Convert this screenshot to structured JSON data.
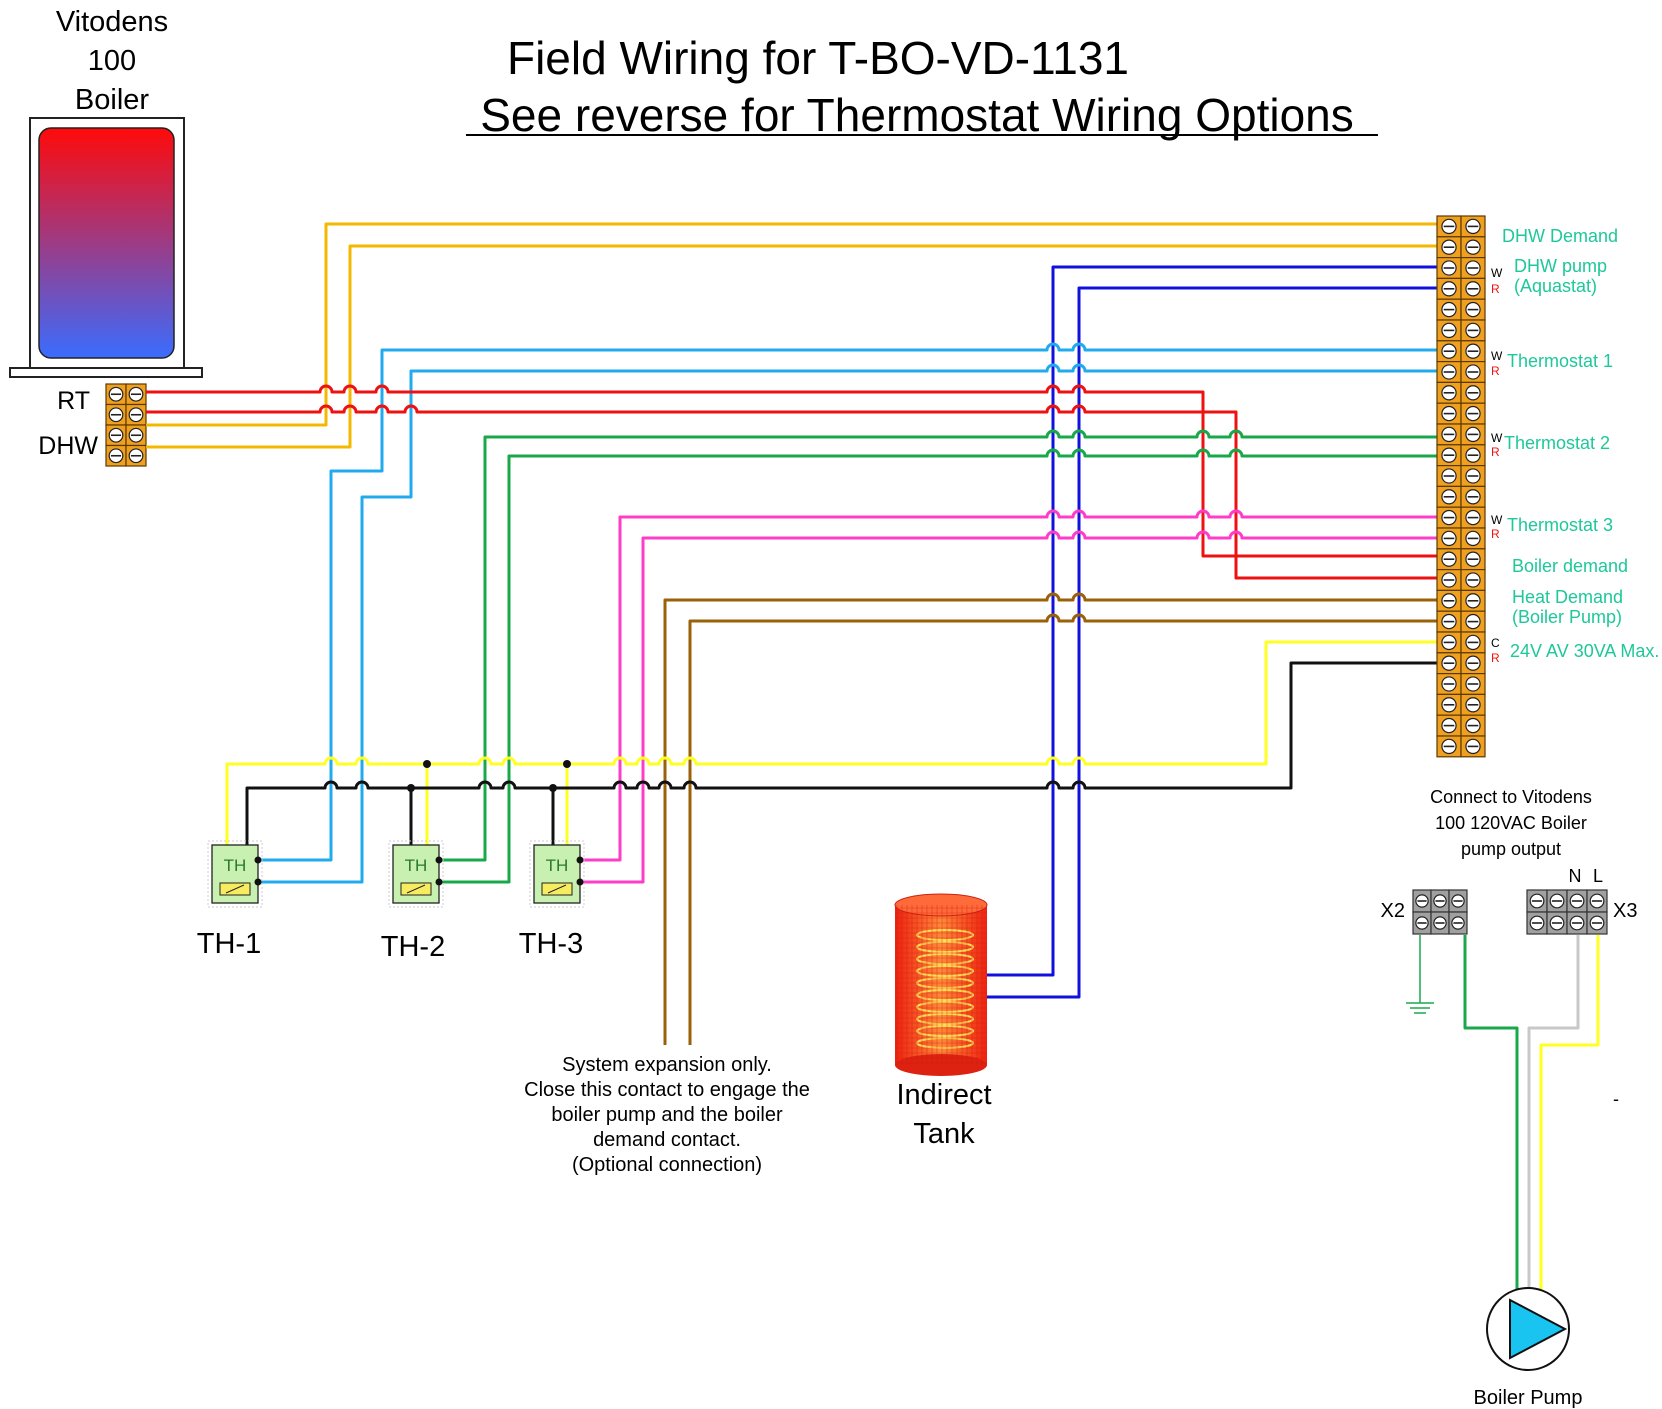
{
  "title": {
    "line1": "Field Wiring for T-BO-VD-1131",
    "line2": "See reverse for Thermostat Wiring Options"
  },
  "boiler": {
    "label_line1": "Vitodens",
    "label_line2": "100",
    "label_line3": "Boiler",
    "terminal_rt": "RT",
    "terminal_dhw": "DHW"
  },
  "terminal_block": {
    "labels": {
      "dhw_demand": "DHW Demand",
      "dhw_pump_1": "DHW pump",
      "dhw_pump_2": "(Aquastat)",
      "thermostat_1": "Thermostat 1",
      "thermostat_2": "Thermostat 2",
      "thermostat_3": "Thermostat 3",
      "boiler_demand": "Boiler demand",
      "heat_demand_1": "Heat Demand",
      "heat_demand_2": "(Boiler Pump)",
      "power": "24V AV 30VA Max."
    },
    "pins": {
      "w": "W",
      "r": "R",
      "c": "C"
    }
  },
  "thermostats": [
    {
      "id": "TH-1",
      "badge": "TH"
    },
    {
      "id": "TH-2",
      "badge": "TH"
    },
    {
      "id": "TH-3",
      "badge": "TH"
    }
  ],
  "indirect_tank": {
    "line1": "Indirect",
    "line2": "Tank"
  },
  "expansion_note": [
    "System expansion only.",
    "Close this contact to engage the",
    "boiler pump and the boiler",
    "demand contact.",
    "(Optional connection)"
  ],
  "pump_connection": {
    "note": [
      "Connect to Vitodens",
      "100 120VAC Boiler",
      "pump output"
    ],
    "x2": "X2",
    "x3": "X3",
    "n": "N",
    "l": "L",
    "pump_label": "Boiler Pump",
    "dash": "-"
  },
  "colors": {
    "orange": "#f5b800",
    "red": "#ee1111",
    "blue": "#1111dd",
    "cyan": "#22aaee",
    "green": "#18a84a",
    "pink": "#ff3cc8",
    "brown": "#9a6108",
    "yellow": "#ffff22",
    "black": "#111111",
    "label_green": "#1ec89a"
  }
}
